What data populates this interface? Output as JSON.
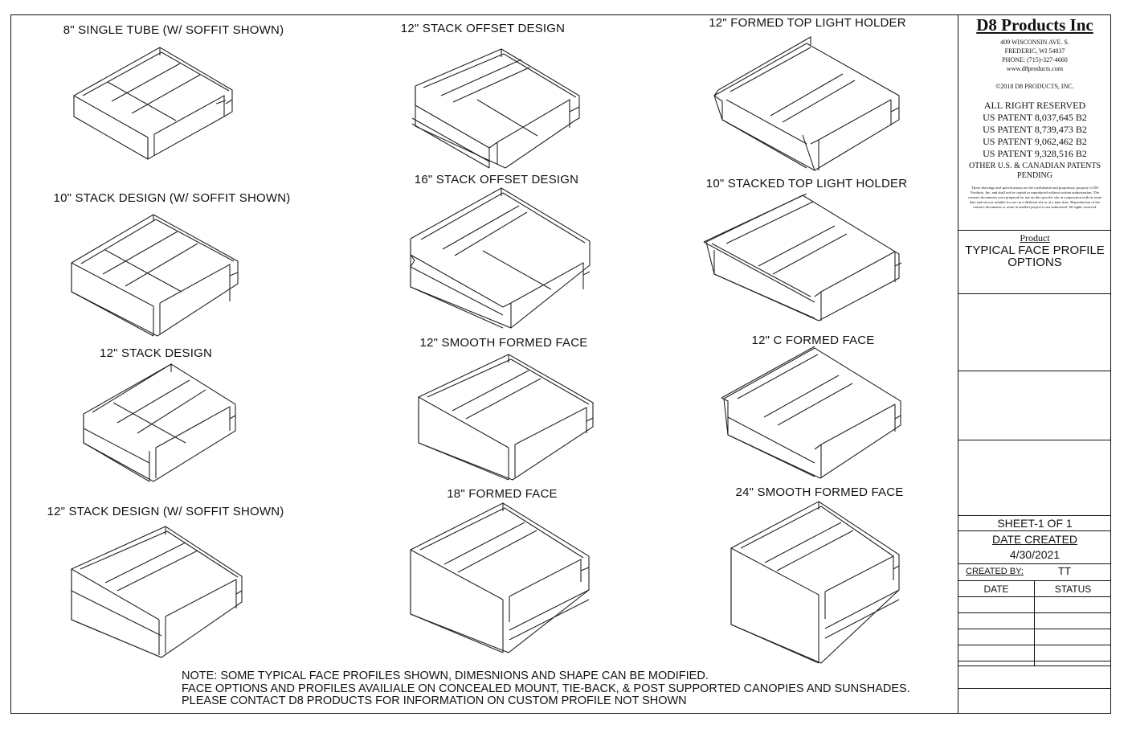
{
  "profiles": [
    {
      "label": "8\" SINGLE TUBE (W/ SOFFIT SHOWN)"
    },
    {
      "label": "12\" STACK OFFSET DESIGN"
    },
    {
      "label": "12\" FORMED TOP LIGHT HOLDER"
    },
    {
      "label": "10\" STACK DESIGN (W/ SOFFIT SHOWN)"
    },
    {
      "label": "16\" STACK OFFSET DESIGN"
    },
    {
      "label": "10\" STACKED TOP LIGHT HOLDER"
    },
    {
      "label": "12\" STACK DESIGN"
    },
    {
      "label": "12\" SMOOTH FORMED FACE"
    },
    {
      "label": "12\" C FORMED FACE"
    },
    {
      "label": "12\" STACK DESIGN (W/ SOFFIT SHOWN)"
    },
    {
      "label": "18\" FORMED FACE"
    },
    {
      "label": "24\" SMOOTH FORMED FACE"
    }
  ],
  "note": {
    "line1": "NOTE: SOME TYPICAL FACE PROFILES SHOWN, DIMESNIONS AND SHAPE CAN BE MODIFIED.",
    "line2": "FACE OPTIONS AND PROFILES AVAILIALE ON CONCEALED MOUNT, TIE-BACK, & POST SUPPORTED CANOPIES AND SUNSHADES.",
    "line3": "PLEASE CONTACT D8 PRODUCTS FOR INFORMATION ON CUSTOM PROFILE NOT SHOWN"
  },
  "title_block": {
    "company": "D8 Products Inc",
    "address1": "409 WISCONSIN AVE. S.",
    "address2": "FREDERIC, WI 54837",
    "phone": "PHONE: (715)-327-4660",
    "web": "www.d8products.com",
    "copyright": "©2018 D8 PRODUCTS, INC.",
    "rights": "ALL RIGHT RESERVED",
    "patents": [
      "US PATENT 8,037,645 B2",
      "US PATENT 8,739,473 B2",
      "US PATENT 9,062,462 B2",
      "US PATENT 9,328,516 B2"
    ],
    "other_patents": "OTHER U.S. & CANADIAN PATENTS PENDING",
    "legal": "These drawings and specifications are the confidential and proprietary property of D8 Products, Inc, and shall not be copied or reproduced without written authorization. The contract documents were prepared for use on this specific site in conjunction with its issue date and are not suitable for use on a different site or at a later time. Reproduction of the contract documents or reuse in another project is not authorized. All rights reserved.",
    "product_label": "Product",
    "product_name": "TYPICAL FACE PROFILE OPTIONS",
    "sheet": "SHEET-1 OF 1",
    "date_created_label": "DATE CREATED",
    "date_created": "4/30/2021",
    "created_by_label": "CREATED BY:",
    "created_by": "TT",
    "date_col": "DATE",
    "status_col": "STATUS"
  }
}
